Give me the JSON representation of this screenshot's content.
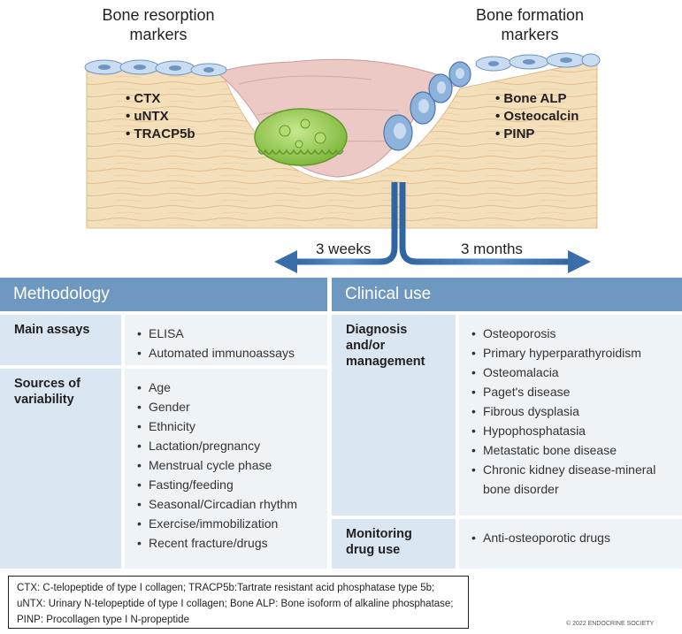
{
  "illustration": {
    "resorption": {
      "title": [
        "Bone resorption",
        "markers"
      ],
      "markers": [
        "CTX",
        "uNTX",
        "TRACP5b"
      ]
    },
    "formation": {
      "title": [
        "Bone formation",
        "markers"
      ],
      "markers": [
        "Bone ALP",
        "Osteocalcin",
        "PINP"
      ]
    },
    "timeline": {
      "left": "3 weeks",
      "right": "3 months"
    },
    "colors": {
      "bone": "#f3ddb8",
      "bone_stripe": "#e4c394",
      "lining_cell": "#c5d8ee",
      "osteoclast": "#9ccf54",
      "osteoblast": "#8fb3dc",
      "arrow": "#3b6ea8",
      "cavity": "#ebc7c3"
    }
  },
  "methodology": {
    "header": "Methodology",
    "rows": [
      {
        "label": "Main assays",
        "items": [
          "ELISA",
          "Automated immunoassays"
        ]
      },
      {
        "label": "Sources of variability",
        "items": [
          "Age",
          "Gender",
          "Ethnicity",
          "Lactation/pregnancy",
          "Menstrual cycle phase",
          "Fasting/feeding",
          "Seasonal/Circadian rhythm",
          "Exercise/immobilization",
          "Recent fracture/drugs"
        ]
      }
    ]
  },
  "clinical_use": {
    "header": "Clinical use",
    "rows": [
      {
        "label": "Diagnosis and/or management",
        "items": [
          "Osteoporosis",
          "Primary hyperparathyroidism",
          "Osteomalacia",
          "Paget's disease",
          "Fibrous dysplasia",
          "Hypophosphatasia",
          "Metastatic bone disease",
          "Chronic kidney disease-mineral bone disorder"
        ]
      },
      {
        "label": "Monitoring drug use",
        "items": [
          "Anti-osteoporotic drugs"
        ]
      }
    ]
  },
  "footnote": [
    "CTX: C-telopeptide of type I collagen; TRACP5b:Tartrate resistant acid phosphatase type 5b;",
    "uNTX: Urinary N-telopeptide of type I collagen; Bone ALP: Bone isoform of alkaline phosphatase;",
    "PINP: Procollagen type I N-propeptide"
  ],
  "copyright": "© 2022 ENDOCRINE SOCIETY"
}
